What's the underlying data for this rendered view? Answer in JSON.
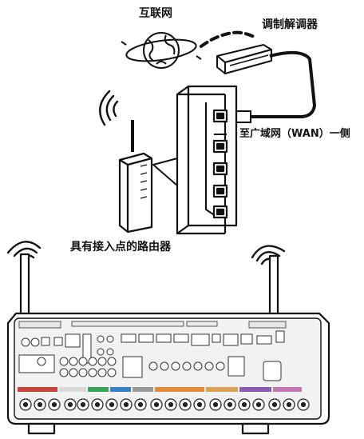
{
  "labels": {
    "internet": "互联网",
    "modem": "调制解调器",
    "wan_side": "至广域网（WAN）一侧",
    "router": "具有接入点的路由器"
  },
  "colors": {
    "line": "#111111",
    "panel": "#f2f2f2",
    "jack_red": "#c8433a",
    "jack_white": "#d9d9d9",
    "jack_green": "#3aa356",
    "jack_blue": "#3b7fc4",
    "jack_gray": "#9a9a9a",
    "jack_orange": "#e08b3a",
    "jack_purple": "#8a5db0"
  }
}
